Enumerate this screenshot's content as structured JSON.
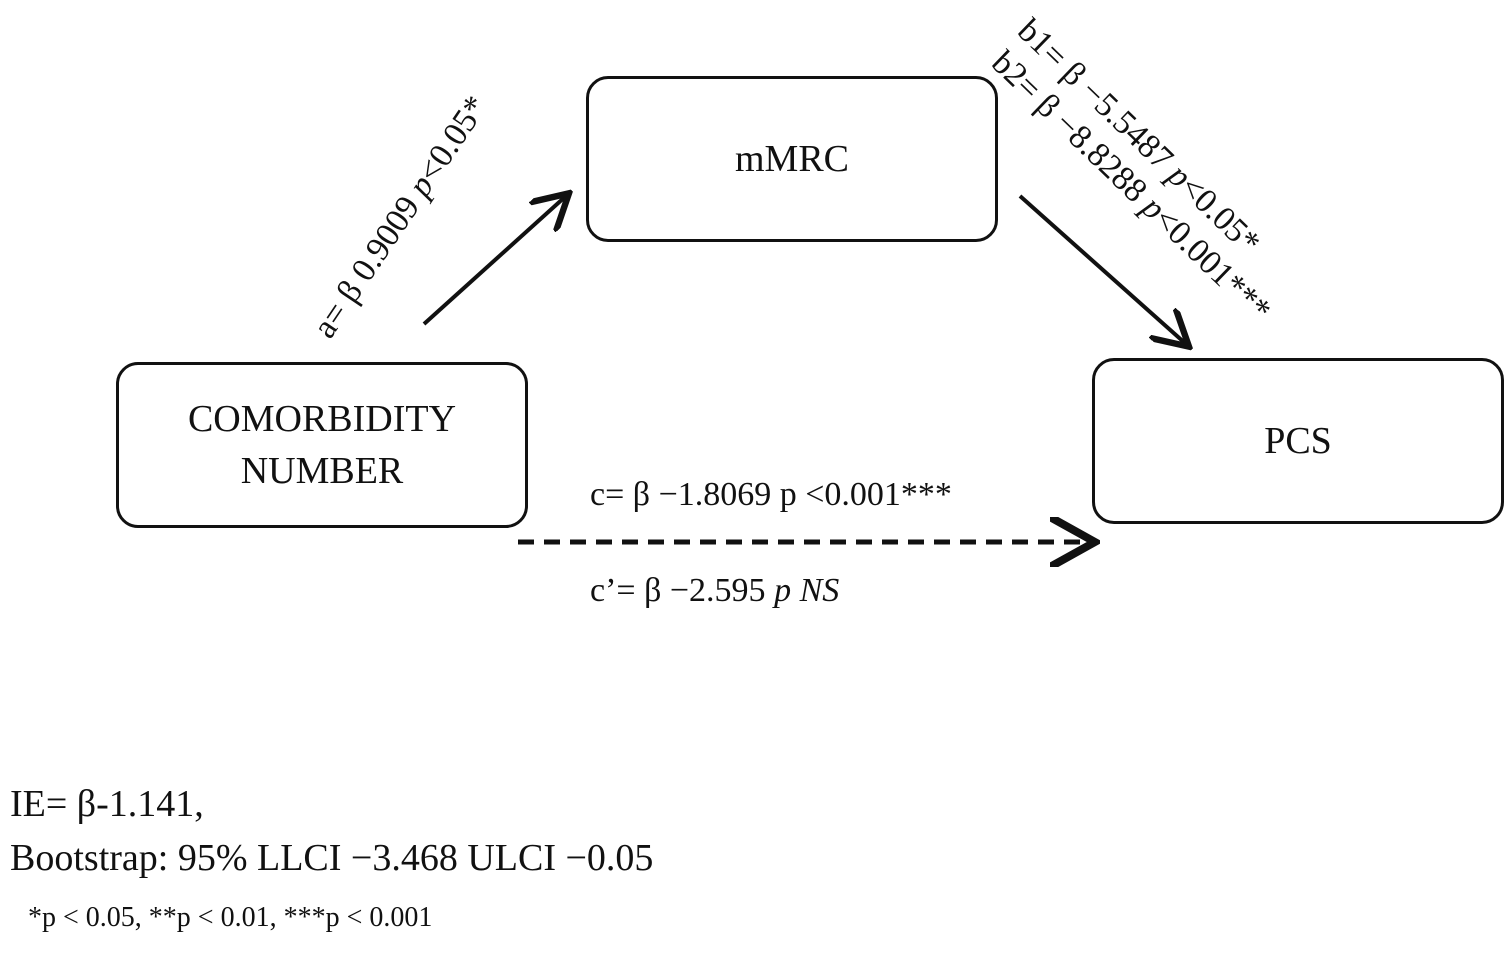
{
  "nodes": {
    "mediator": {
      "label": "mMRC"
    },
    "predictor": {
      "line1": "COMORBIDITY",
      "line2": "NUMBER"
    },
    "outcome": {
      "label": "PCS"
    }
  },
  "paths": {
    "a": {
      "prefix": "a= β 0.9009 ",
      "p": "p",
      "suffix": "<0.05*"
    },
    "b1": {
      "prefix": "b1= β −5.5487 ",
      "p": "p",
      "suffix": "<0.05*"
    },
    "b2": {
      "prefix": "b2= β −8.8288 ",
      "p": "p",
      "suffix": "<0.001***"
    },
    "c": {
      "text": "c=  β −1.8069 p <0.001***"
    },
    "c_prime": {
      "prefix": "c’= β −2.595 ",
      "italic": "p NS"
    }
  },
  "notes": {
    "ie": "IE= β-1.141,",
    "bootstrap": "Bootstrap: 95% LLCI  −3.468  ULCI  −0.05",
    "significance": "*p < 0.05, **p < 0.01, ***p < 0.001"
  }
}
